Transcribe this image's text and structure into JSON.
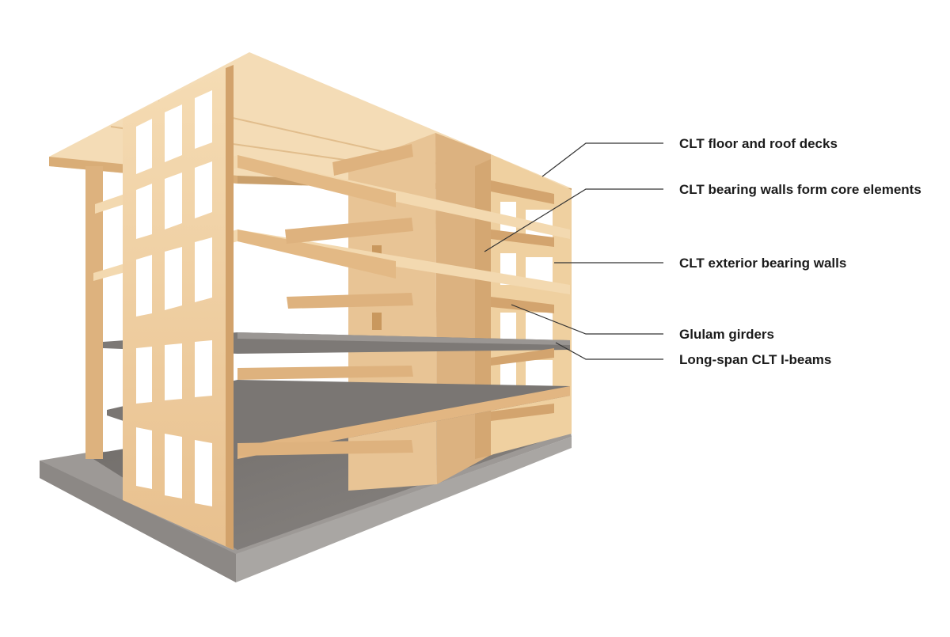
{
  "callouts": [
    {
      "label": "CLT floor and roof decks"
    },
    {
      "label": "CLT bearing walls form core elements"
    },
    {
      "label": "CLT exterior bearing walls"
    },
    {
      "label": "Glulam girders"
    },
    {
      "label": "Long-span CLT I-beams"
    }
  ],
  "colors": {
    "wood_light": "#f0d3a6",
    "wood_mid": "#e2b682",
    "wood_dark": "#c99a63",
    "wood_edge": "#b98a55",
    "floor_concrete": "#7b7774",
    "plinth_top": "#a8a5a2",
    "plinth_side": "#8f8b88",
    "leader_line": "#333333",
    "label_text": "#1b1b1b"
  }
}
